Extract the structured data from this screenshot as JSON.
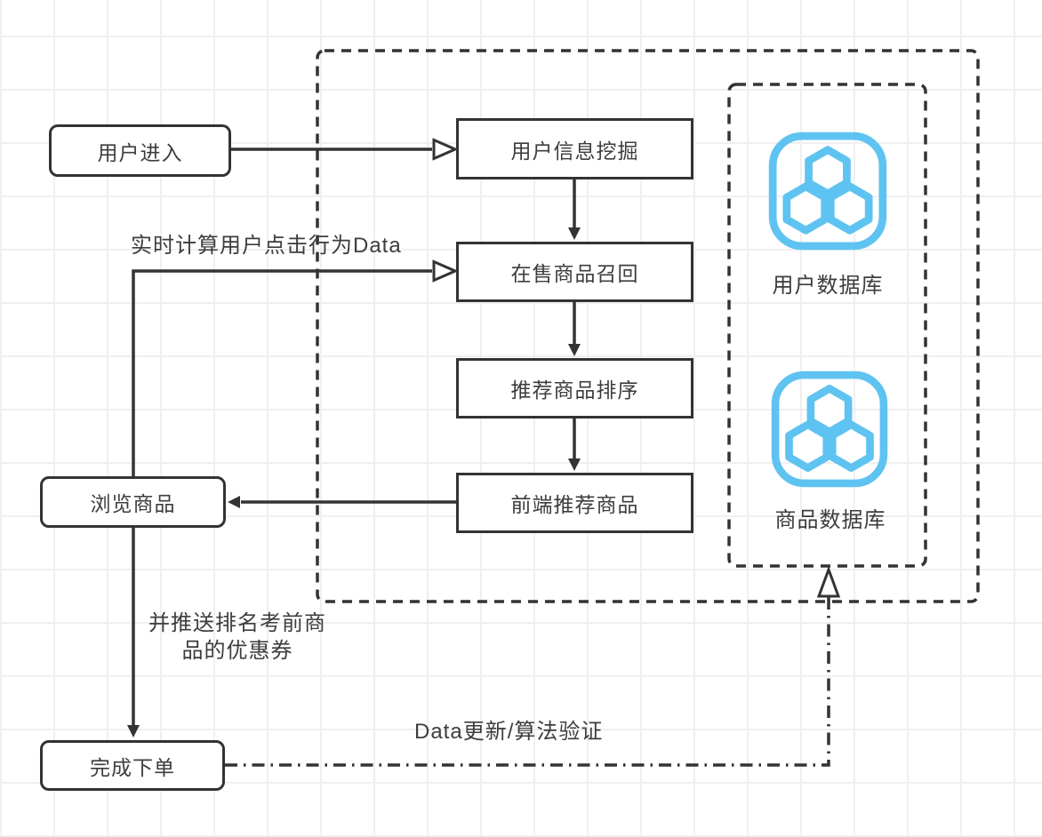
{
  "diagram": {
    "colors": {
      "stroke": "#333333",
      "text": "#3d3d3d",
      "accent_blue": "#5FC3F1",
      "grid": "#efefef",
      "canvas": "#ffffff"
    },
    "nodes": {
      "user_enter": {
        "label": "用户进入"
      },
      "user_info_mining": {
        "label": "用户信息挖掘"
      },
      "onsale_recall": {
        "label": "在售商品召回"
      },
      "rec_sorting": {
        "label": "推荐商品排序"
      },
      "frontend_rec": {
        "label": "前端推荐商品"
      },
      "browse_products": {
        "label": "浏览商品"
      },
      "complete_order": {
        "label": "完成下单"
      }
    },
    "databases": {
      "user_db": {
        "label": "用户数据库",
        "icon": "hexagon-cluster-database-icon"
      },
      "product_db": {
        "label": "商品数据库",
        "icon": "hexagon-cluster-database-icon"
      }
    },
    "edge_labels": {
      "realtime_click_data": "实时计算用户点击行为Data",
      "push_coupon_line1": "并推送排名考前商",
      "push_coupon_line2": "品的优惠券",
      "data_update_validation": "Data更新/算法验证"
    }
  }
}
